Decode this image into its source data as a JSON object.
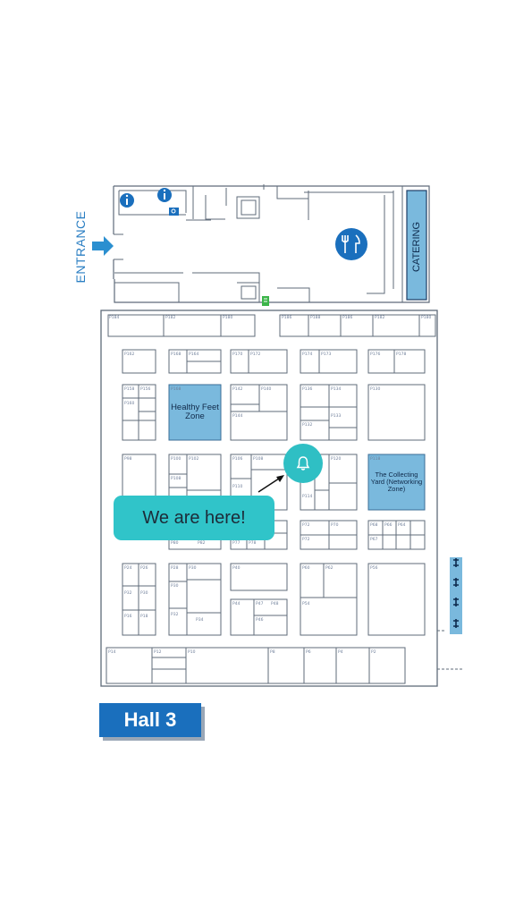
{
  "map": {
    "entrance_label": "ENTRANCE",
    "catering_label": "CATERING",
    "zones": {
      "healthy_feet": "Healthy Feet Zone",
      "collecting_yard": "The Collecting Yard (Networking Zone)"
    },
    "callout": "We are here!",
    "hall_label": "Hall 3",
    "icons": [
      "info-icon",
      "restroom-icon",
      "accessible-icon",
      "restaurant-icon",
      "bell-icon",
      "arrow-right-icon",
      "exit-icon"
    ]
  },
  "colors": {
    "zone_fill": "#7ab9dd",
    "callout": "#30c4c9",
    "hall_badge": "#1a6fbd",
    "entrance_text": "#2b7fc3",
    "wall": "#5f6b7a"
  }
}
